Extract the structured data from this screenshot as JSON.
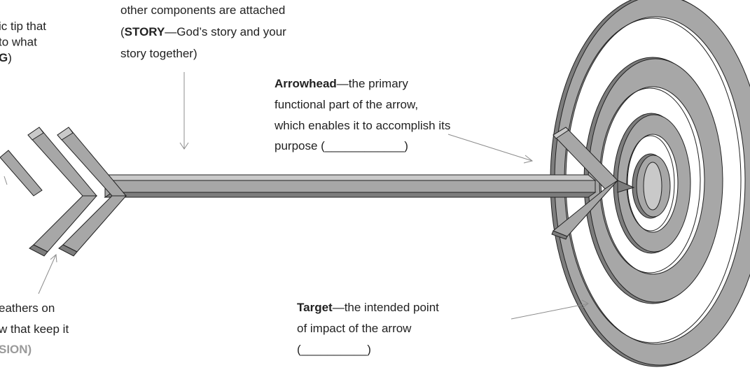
{
  "labels": {
    "tip": {
      "line1": "ic tip that",
      "line2": " to what",
      "line3_bold": "G",
      "line3_rest": ")"
    },
    "shaft": {
      "line1": "other components are attached",
      "line2_open": "(",
      "line2_bold": "STORY",
      "line2_rest": "—God’s story and your",
      "line3": "story together)"
    },
    "arrowhead": {
      "title": "Arrowhead",
      "line1_rest": "—the primary",
      "line2": "functional part of the arrow,",
      "line3": "which enables it to accomplish its",
      "line4": "purpose (____________)"
    },
    "feathers": {
      "line1": "eathers on",
      "line2": "w that keep it",
      "line3": "SION)"
    },
    "target": {
      "title": "Target",
      "line1_rest": "—the intended point",
      "line2": "of impact of the arrow",
      "line3": "(__________)"
    }
  }
}
